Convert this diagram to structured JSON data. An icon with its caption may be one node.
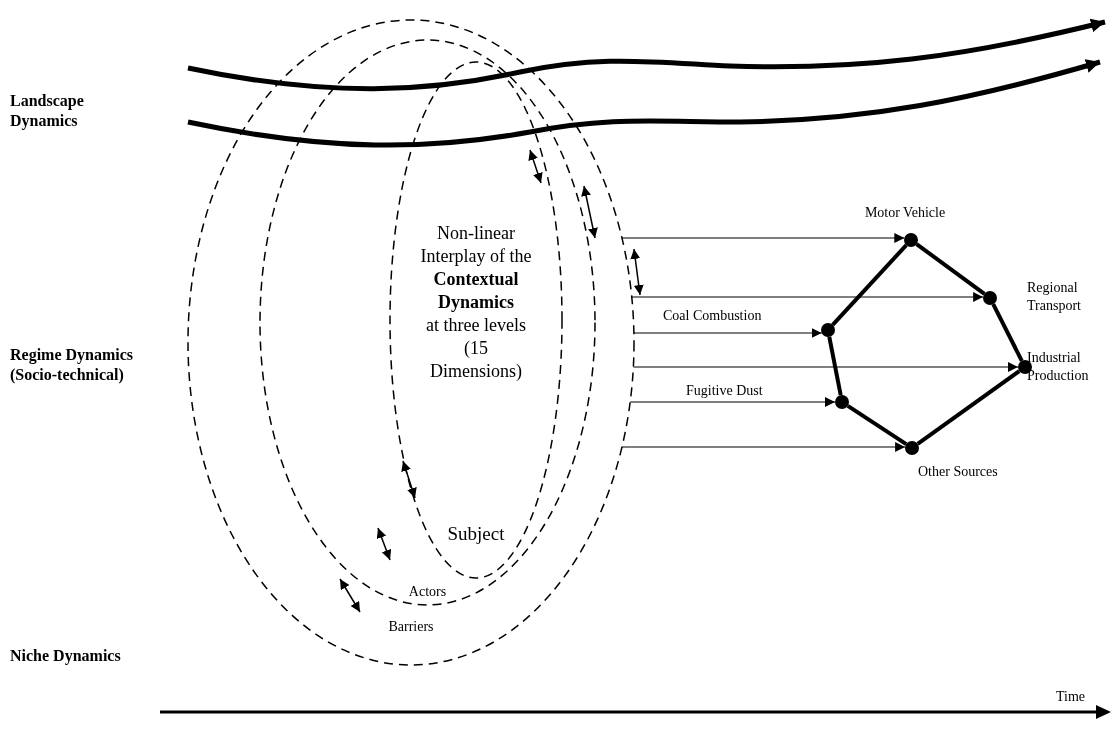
{
  "diagram": {
    "nodes": [
      {
        "text": [
          "Barriers"
        ]
      },
      {
        "text": [
          "Actors"
        ],
        "in": 0
      },
      {
        "text": [
          "Non-linear Interplay of the **Contextual Dynamics** at three levels (15 Dimensions)",
          "Subject"
        ],
        "in": 1
      },
      {
        "text": [
          "Motor Vehicle"
        ]
      },
      {
        "text": [
          "Regional Transport"
        ]
      },
      {
        "text": [],
        "shape": "circle"
      },
      {
        "text": [
          "Industrial Production"
        ]
      },
      {
        "text": [],
        "shape": "circle"
      },
      {
        "text": [
          "Other Sources"
        ]
      }
    ],
    "edges": [
      {
        "from": 0,
        "to": 3,
        "arrow": "to"
      },
      {
        "from": 0,
        "to": 4,
        "arrow": "to"
      },
      {
        "from": 0,
        "to": 5,
        "arrow": "to",
        "label": "Coal Combustion"
      },
      {
        "from": 0,
        "to": 6,
        "arrow": "to"
      },
      {
        "from": 0,
        "to": 7,
        "arrow": "to",
        "label": "Fugitive Dust"
      },
      {
        "from": 0,
        "to": 8,
        "arrow": "to"
      },
      {
        "from": 3,
        "to": 4,
        "arrow": "none",
        "style": "thick"
      },
      {
        "from": 4,
        "to": 6,
        "arrow": "none",
        "style": "thick"
      },
      {
        "from": 6,
        "to": 8,
        "arrow": "none",
        "style": "thick"
      },
      {
        "from": 8,
        "to": 7,
        "arrow": "none",
        "style": "thick"
      },
      {
        "from": 7,
        "to": 5,
        "arrow": "none",
        "style": "thick"
      },
      {
        "from": 5,
        "to": 3,
        "arrow": "none",
        "style": "thick"
      }
    ],
    "labels": [
      "Landscape Dynamics",
      "Regime Dynamics (Socio-technical)",
      "Niche Dynamics",
      "Time"
    ]
  }
}
